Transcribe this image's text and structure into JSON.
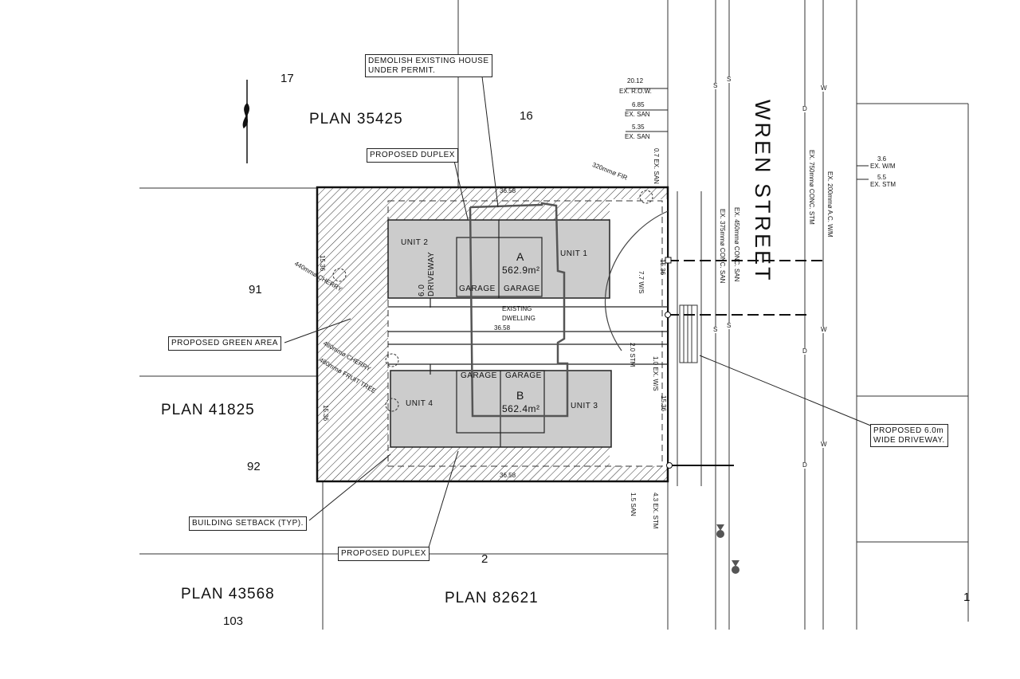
{
  "plans": {
    "plan_35425": "PLAN 35425",
    "plan_41825": "PLAN 41825",
    "plan_43568": "PLAN 43568",
    "plan_82621": "PLAN 82621"
  },
  "lots": {
    "lot_17": "17",
    "lot_16": "16",
    "lot_91": "91",
    "lot_92": "92",
    "lot_2": "2",
    "lot_103": "103",
    "lot_1": "1"
  },
  "street": "WREN STREET",
  "callouts": {
    "demolish": [
      "DEMOLISH EXISTING HOUSE",
      "UNDER PERMIT."
    ],
    "duplex_top": "PROPOSED DUPLEX",
    "green_area": "PROPOSED GREEN AREA",
    "setback": "BUILDING SETBACK (TYP).",
    "duplex_bottom": "PROPOSED DUPLEX",
    "driveway": [
      "PROPOSED 6.0m",
      "WIDE DRIVEWAY."
    ]
  },
  "units": {
    "unit1": "UNIT 1",
    "unit2": "UNIT 2",
    "unit3": "UNIT 3",
    "unit4": "UNIT 4"
  },
  "lot_a": {
    "letter": "A",
    "area": "562.9m²"
  },
  "lot_b": {
    "letter": "B",
    "area": "562.4m²"
  },
  "garage": "GARAGE",
  "driveway_label": [
    "6.0",
    "DRIVEWAY"
  ],
  "existing_dwelling": [
    "EXISTING",
    "DWELLING"
  ],
  "dims": {
    "d_top": "36.58",
    "d_mid": "36.58",
    "d_bottom": "36.58",
    "d_left_top": "15.36",
    "d_left_bottom": "15.36",
    "d_right_top": "15.36",
    "d_right_bottom": "15.36"
  },
  "trees": {
    "fir": "320mmø FIR",
    "cherry440": "440mmø CHERRY",
    "cherry480": "480mmø CHERRY",
    "fruit": "480mmø FRUIT TREE"
  },
  "offsets": [
    {
      "value": "20.12",
      "label": "EX. R.O.W."
    },
    {
      "value": "6.85",
      "label": "EX. SAN"
    },
    {
      "value": "5.35",
      "label": "EX. SAN"
    },
    {
      "value": "3.6",
      "label": "EX. W/M"
    },
    {
      "value": "5.5",
      "label": "EX. STM"
    }
  ],
  "vertical_offsets": {
    "san_07": [
      "0.7",
      "EX. SAN"
    ],
    "ws_77": [
      "7.7",
      "W/S"
    ],
    "stm_20": [
      "2.0",
      "STM"
    ],
    "ws_10": [
      "1.0",
      "EX. W/S"
    ],
    "san_15": [
      "1.5",
      "SAN"
    ],
    "stm_43": [
      "4.3",
      "EX. STM"
    ]
  },
  "utilities": {
    "san375": "EX. 375mmø CONC. SAN",
    "san450": "EX. 450mmø CONC. SAN",
    "stm750": "EX. 750mmø CONC. STM",
    "wm200": "EX. 200mmø A.C. W/M"
  },
  "line_codes": {
    "s": "S",
    "d": "D",
    "w": "W"
  }
}
